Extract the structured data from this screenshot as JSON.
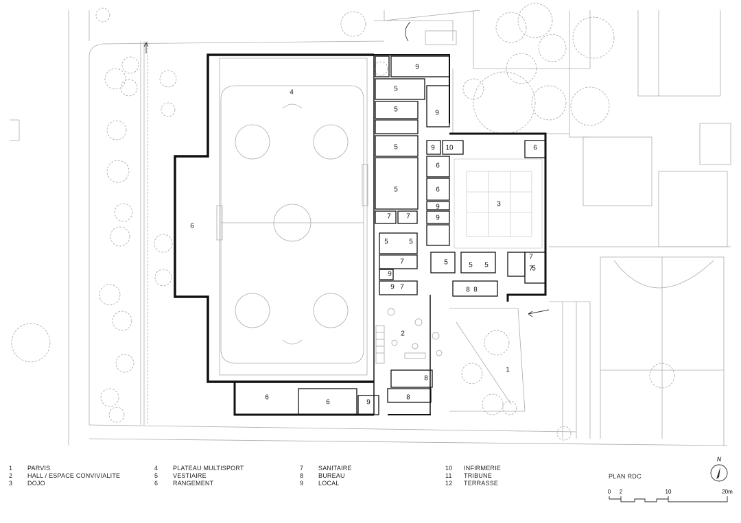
{
  "plan": {
    "title": "PLAN RDC",
    "north_label": "N",
    "scale_ticks": [
      "0",
      "2",
      "10",
      "20m"
    ]
  },
  "legend": [
    {
      "num": "1",
      "label": "PARVIS"
    },
    {
      "num": "2",
      "label": "HALL / ESPACE CONVIVIALITE"
    },
    {
      "num": "3",
      "label": "DOJO"
    },
    {
      "num": "4",
      "label": "PLATEAU MULTISPORT"
    },
    {
      "num": "5",
      "label": "VESTIAIRE"
    },
    {
      "num": "6",
      "label": "RANGEMENT"
    },
    {
      "num": "7",
      "label": "SANITAIRE"
    },
    {
      "num": "8",
      "label": "BUREAU"
    },
    {
      "num": "9",
      "label": "LOCAL"
    },
    {
      "num": "10",
      "label": "INFIRMERIE"
    },
    {
      "num": "11",
      "label": "TRIBUNE"
    },
    {
      "num": "12",
      "label": "TERRASSE"
    }
  ],
  "room_labels": {
    "r1": "1",
    "r2": "2",
    "r3": "3",
    "r4": "4",
    "r5a": "5",
    "r5b": "5",
    "r5c": "5",
    "r5d": "5",
    "r5e": "5",
    "r5f": "5",
    "r5g": "5",
    "r5h": "5",
    "r5i": "5",
    "r5j": "5",
    "r6a": "6",
    "r6b": "6",
    "r6c": "6",
    "r6d": "6",
    "r6e": "6",
    "r6f": "6",
    "r7a": "7",
    "r7b": "7",
    "r7c": "7",
    "r7d": "7",
    "r7e": "7",
    "r7f": "7",
    "r8a": "8",
    "r8b": "8",
    "r8c": "8",
    "r8d": "8",
    "r9a": "9",
    "r9b": "9",
    "r9c": "9",
    "r9d": "9",
    "r9e": "9",
    "r9f": "9",
    "r9g": "9",
    "r9h": "9",
    "r10": "10"
  }
}
